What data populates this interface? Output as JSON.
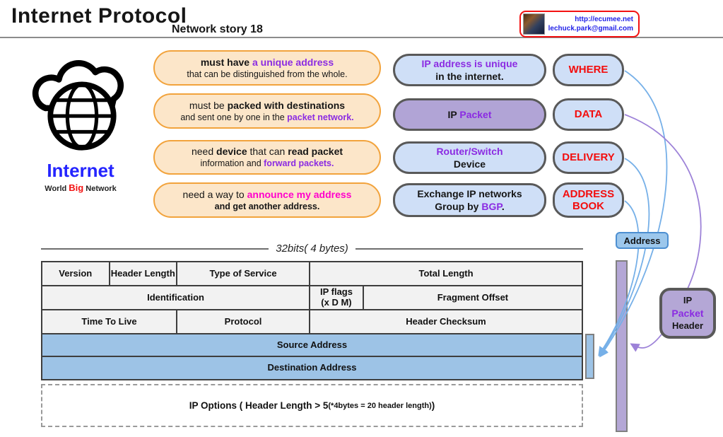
{
  "page": {
    "title": "Internet Protocol",
    "subtitle": "Network story 18"
  },
  "logo": {
    "url": "http://ecumee.net",
    "email": "lechuck.park@gmail.com"
  },
  "internet": {
    "label": "Internet",
    "tagline_pre": "World ",
    "tagline_big": "Big",
    "tagline_post": " Network"
  },
  "needs": {
    "n1": {
      "l1a": "must have ",
      "l1b": "a unique address",
      "l2": "that can be distinguished from the whole."
    },
    "n2": {
      "l1a": "must be ",
      "l1b": "packed with destinations",
      "l2a": "and sent one by one in the ",
      "l2b": "packet network."
    },
    "n3": {
      "l1a": "need ",
      "l1b": "device",
      "l1c": " that can ",
      "l1d": "read packet",
      "l2a": "information and ",
      "l2b": "forward packets."
    },
    "n4": {
      "l1a": "need a way to ",
      "l1b": "announce my address",
      "l2": "and get another address."
    }
  },
  "answers": {
    "a1": {
      "l1": "IP address is unique",
      "l2": "in the internet."
    },
    "a2": {
      "l1a": "IP ",
      "l1b": "Packet"
    },
    "a3": {
      "l1": "Router/Switch",
      "l2": "Device"
    },
    "a4": {
      "l1": "Exchange IP networks",
      "l2a": "Group by ",
      "l2b": "BGP",
      "l2c": "."
    }
  },
  "tags": {
    "where": "WHERE",
    "data": "DATA",
    "delivery": "DELIVERY",
    "address_book": "ADDRESS BOOK"
  },
  "ip_header": {
    "bits_label": "32bits( 4 bytes)",
    "version": "Version",
    "header_length": "Header Length",
    "type_of_service": "Type of Service",
    "total_length": "Total Length",
    "identification": "Identification",
    "ip_flags_1": "IP flags",
    "ip_flags_2": "(x D M)",
    "fragment_offset": "Fragment Offset",
    "time_to_live": "Time To Live",
    "protocol": "Protocol",
    "header_checksum": "Header Checksum",
    "source_address": "Source Address",
    "destination_address": "Destination Address",
    "options_main": "IP Options ( Header Length > 5 ",
    "options_note": "(*4bytes = 20 header length)",
    "options_close": " )"
  },
  "annotations": {
    "address": "Address",
    "packet_l1": "IP",
    "packet_l2": "Packet",
    "packet_l3": "Header"
  },
  "colors": {
    "orange_border": "#f2a33c",
    "orange_fill": "#fce6c9",
    "blue_fill": "#cfdff7",
    "purple_fill": "#b1a4d6",
    "red_text": "#f30d0d",
    "purple_text": "#8b2be2",
    "magenta_text": "#ff00cc",
    "blue_row": "#9dc3e6",
    "bar_purple": "#b4a7d6",
    "arrow_blue": "#76b0e8",
    "arrow_purple": "#9d82d8",
    "internet_blue": "#2424ff"
  }
}
